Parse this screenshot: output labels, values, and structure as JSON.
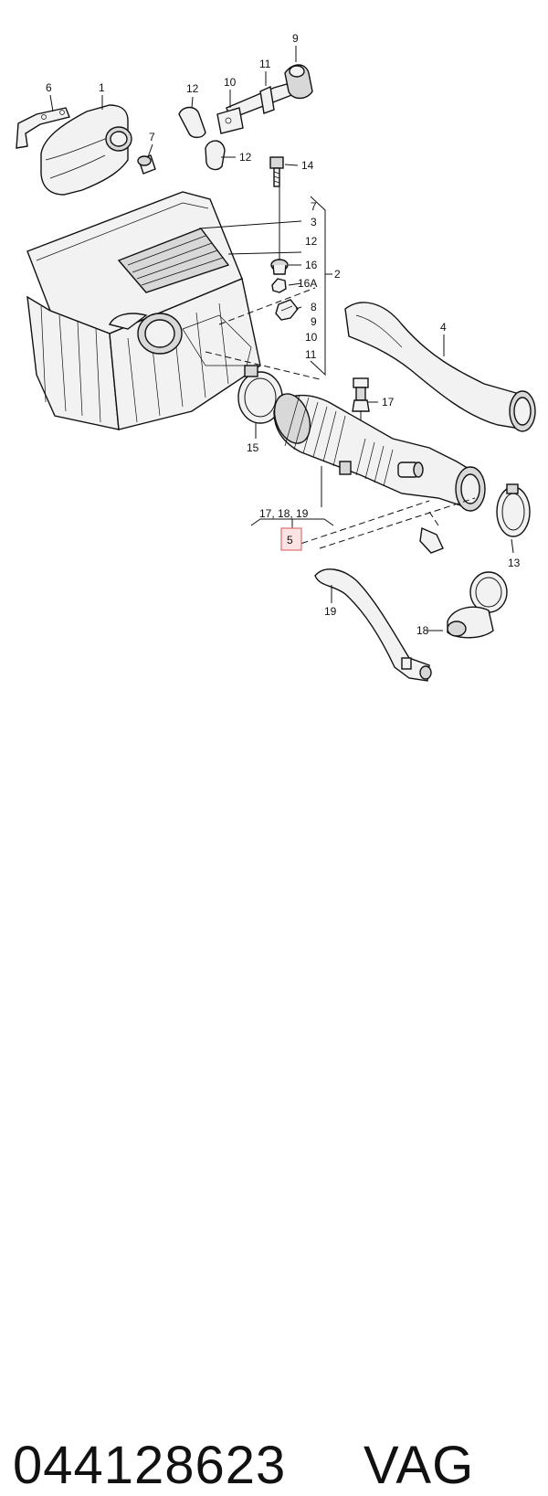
{
  "diagram": {
    "callouts": {
      "c1": "1",
      "c2": "2",
      "c3": "3",
      "c4": "4",
      "c5": "5",
      "c6": "6",
      "c7a": "7",
      "c7b": "7",
      "c8": "8",
      "c9a": "9",
      "c9b": "9",
      "c10a": "10",
      "c10b": "10",
      "c11a": "11",
      "c11b": "11",
      "c12a": "12",
      "c12b": "12",
      "c12c": "12",
      "c13": "13",
      "c14": "14",
      "c15": "15",
      "c16": "16",
      "c16a": "16A",
      "c17": "17",
      "c18": "18",
      "c19": "19",
      "c171819": "17, 18, 19"
    }
  },
  "caption": {
    "part_number": "044128623",
    "brand": "VAG"
  },
  "colors": {
    "line": "#111111",
    "highlight_box": "#e07070",
    "highlight_fill": "#fbe3e3"
  }
}
